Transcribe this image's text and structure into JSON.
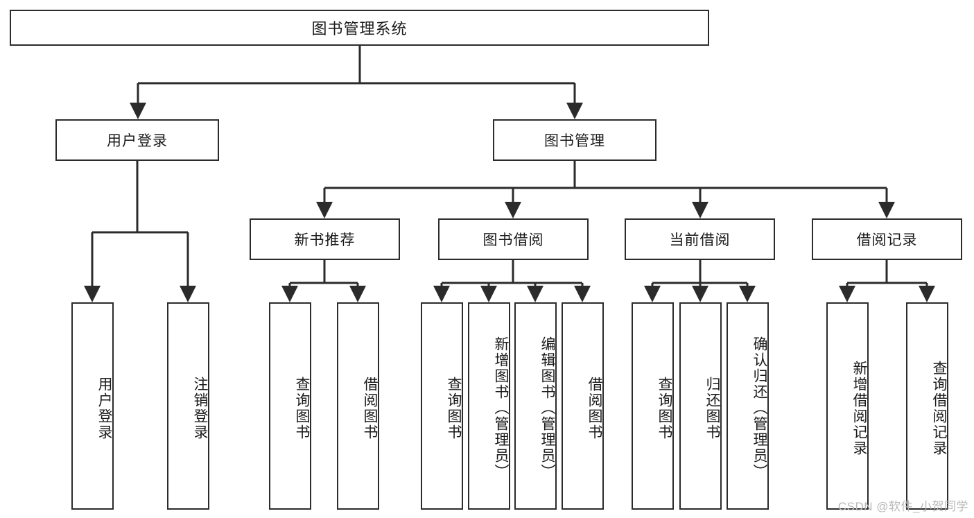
{
  "diagram": {
    "title": "图书管理系统",
    "type": "tree-hierarchy-chart",
    "watermark": "CSDN @软件_小贺同学",
    "colors": {
      "box_border": "#2b2b2b",
      "box_fill": "#ffffff",
      "edge": "#2b2b2b",
      "text": "#1a1a1a",
      "watermark": "#b9b9b9",
      "background": "#ffffff"
    },
    "root": {
      "label": "图书管理系统"
    },
    "level2": [
      {
        "label": "用户登录"
      },
      {
        "label": "图书管理"
      }
    ],
    "level3": [
      {
        "label": "新书推荐"
      },
      {
        "label": "图书借阅"
      },
      {
        "label": "当前借阅"
      },
      {
        "label": "借阅记录"
      }
    ],
    "leaves": {
      "user_login": [
        {
          "label": "用户登录"
        },
        {
          "label": "注销登录"
        }
      ],
      "new_book_recommend": [
        {
          "label": "查询图书"
        },
        {
          "label": "借阅图书"
        }
      ],
      "book_borrow": [
        {
          "label": "查询图书"
        },
        {
          "label": "新增图书（管理员）"
        },
        {
          "label": "编辑图书（管理员）"
        },
        {
          "label": "借阅图书"
        }
      ],
      "current_borrow": [
        {
          "label": "查询图书"
        },
        {
          "label": "归还图书"
        },
        {
          "label": "确认归还（管理员）"
        }
      ],
      "borrow_record": [
        {
          "label": "新增借阅记录"
        },
        {
          "label": "查询借阅记录"
        }
      ]
    }
  }
}
